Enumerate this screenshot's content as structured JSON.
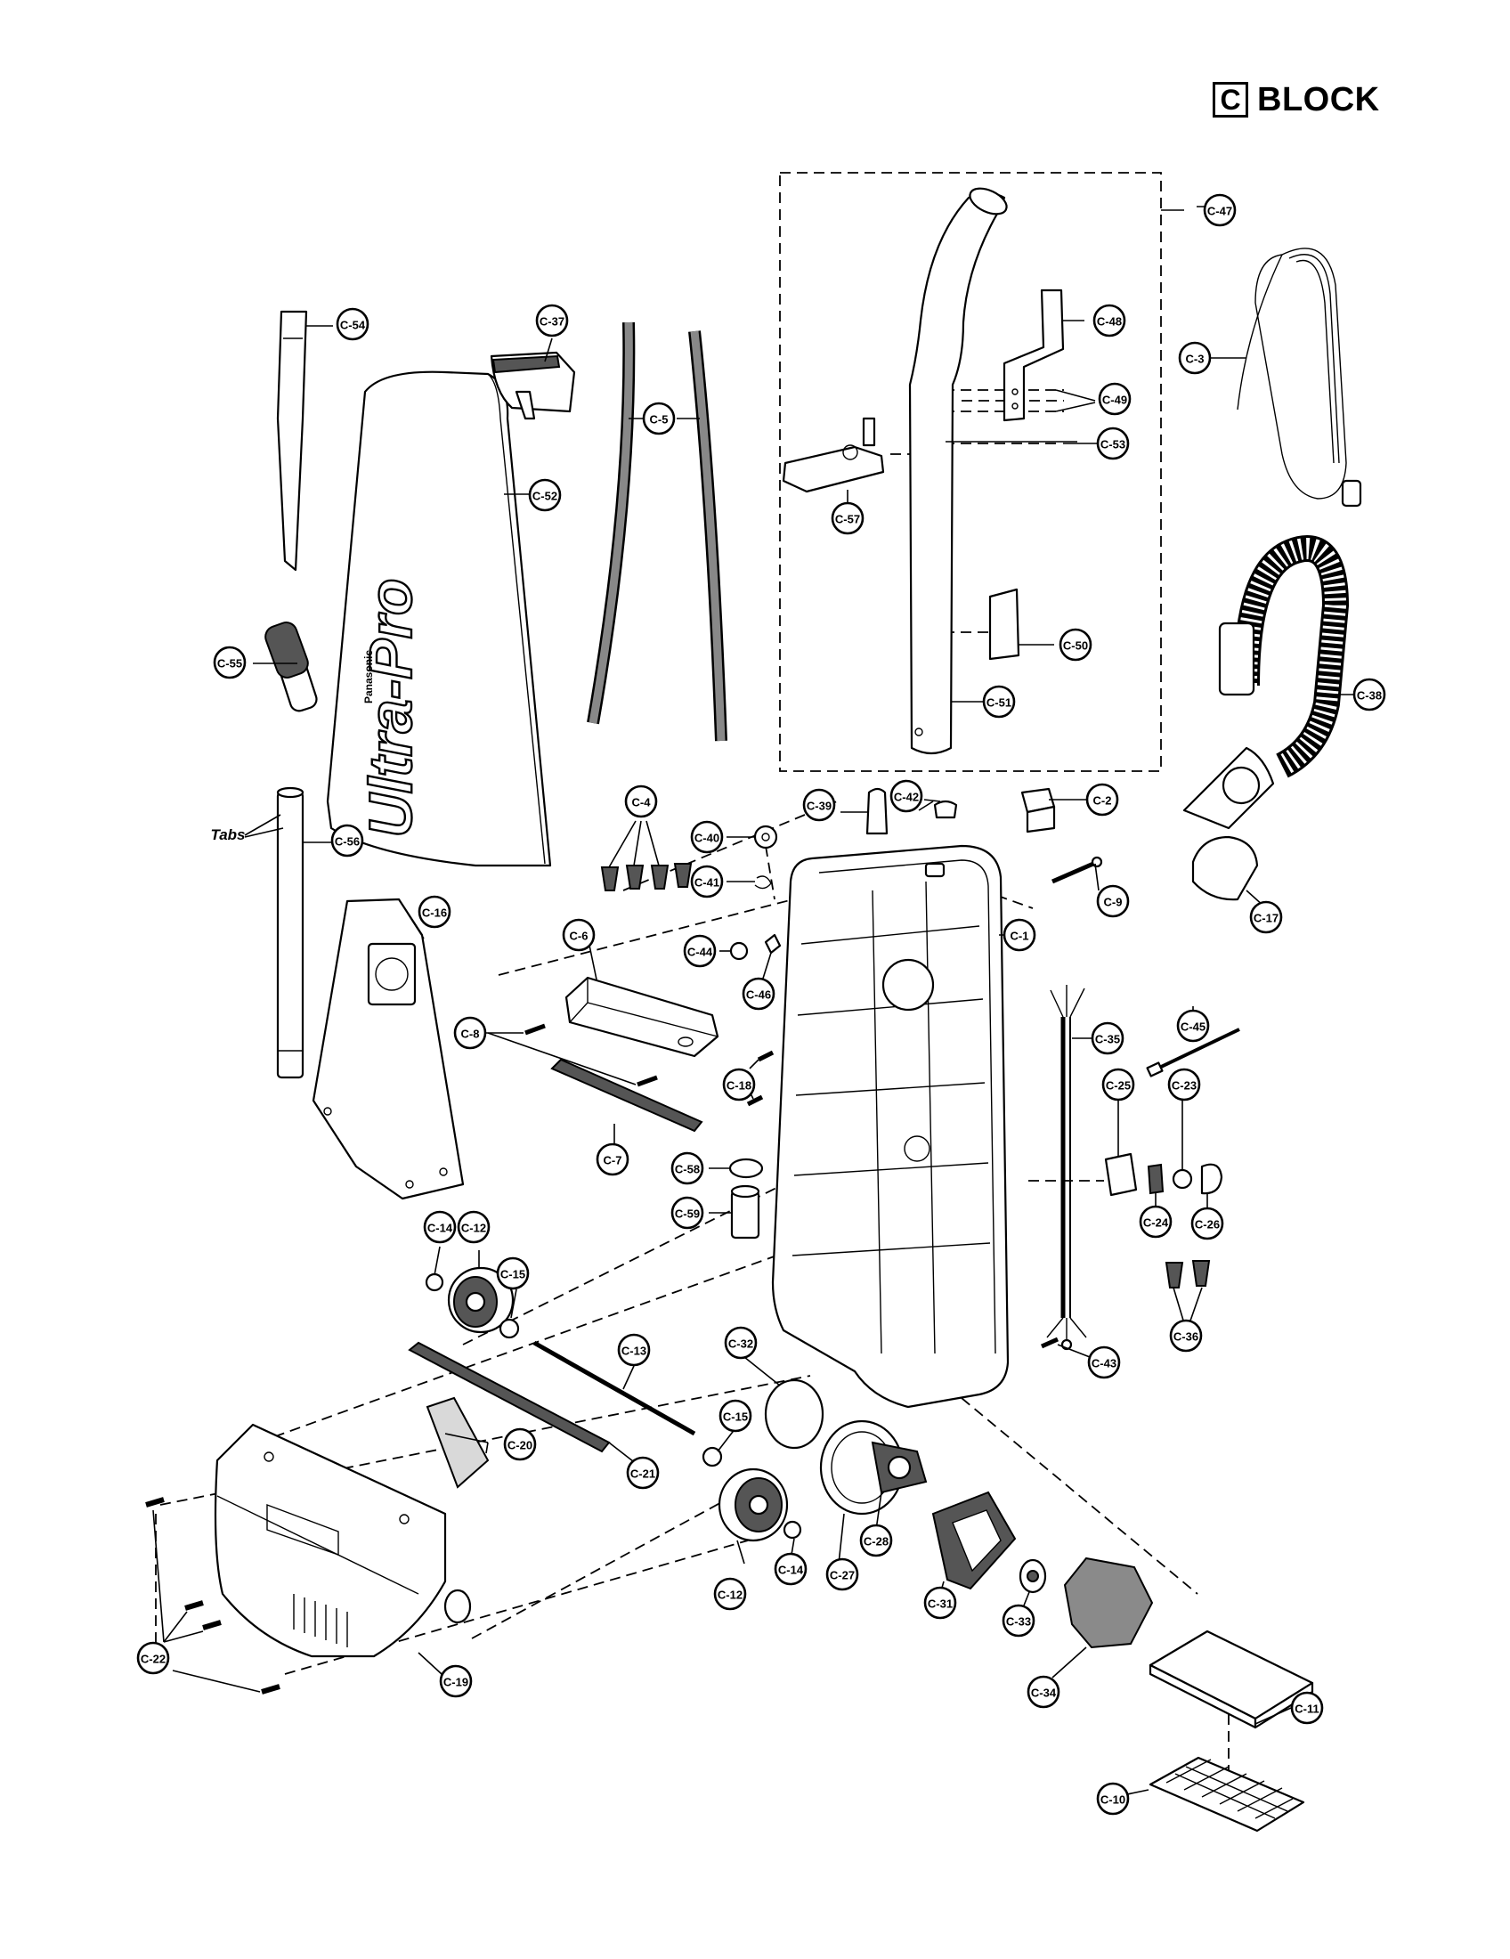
{
  "header": {
    "block_letter": "C",
    "block_word": "BLOCK"
  },
  "diagram": {
    "brand_text": "Panasonic",
    "product_text": "Ultra-Pro",
    "tabs_text": "Tabs",
    "labels": [
      "C-1",
      "C-2",
      "C-3",
      "C-4",
      "C-5",
      "C-6",
      "C-7",
      "C-8",
      "C-9",
      "C-10",
      "C-11",
      "C-12",
      "C-12",
      "C-13",
      "C-14",
      "C-14",
      "C-15",
      "C-15",
      "C-16",
      "C-17",
      "C-18",
      "C-19",
      "C-20",
      "C-21",
      "C-22",
      "C-23",
      "C-24",
      "C-25",
      "C-26",
      "C-27",
      "C-28",
      "C-31",
      "C-32",
      "C-33",
      "C-34",
      "C-35",
      "C-36",
      "C-37",
      "C-38",
      "C-39",
      "C-40",
      "C-41",
      "C-42",
      "C-43",
      "C-44",
      "C-45",
      "C-46",
      "C-47",
      "C-48",
      "C-49",
      "C-50",
      "C-51",
      "C-52",
      "C-53",
      "C-54",
      "C-55",
      "C-56",
      "C-57",
      "C-58",
      "C-59"
    ]
  }
}
